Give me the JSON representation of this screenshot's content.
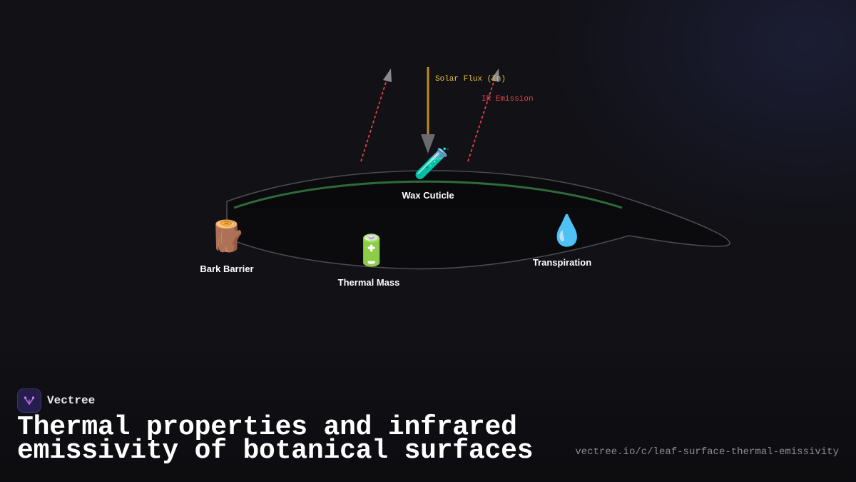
{
  "diagram": {
    "flux_labels": {
      "solar": "Solar Flux (In)",
      "ir": "IR Emission"
    },
    "nodes": [
      {
        "id": "wax",
        "label": "Wax Cuticle",
        "icon": "test-tube-icon",
        "glyph": "🧪"
      },
      {
        "id": "bark",
        "label": "Bark Barrier",
        "icon": "wood-log-icon",
        "glyph": "🪵"
      },
      {
        "id": "thermal",
        "label": "Thermal Mass",
        "icon": "battery-icon",
        "glyph": "🔋"
      },
      {
        "id": "transpiration",
        "label": "Transpiration",
        "icon": "water-drop-icon",
        "glyph": "💧"
      }
    ],
    "colors": {
      "solar_arrow": "#b8901a",
      "solar_text": "#e8c23a",
      "ir_arrow": "#e0404a",
      "ir_text": "#e0404a",
      "leaf_outline": "#4a4a50",
      "cuticle_line": "#2e6b3a"
    }
  },
  "footer": {
    "brand": "Vectree",
    "title": "Thermal properties and infrared emissivity of botanical surfaces",
    "url": "vectree.io/c/leaf-surface-thermal-emissivity"
  }
}
